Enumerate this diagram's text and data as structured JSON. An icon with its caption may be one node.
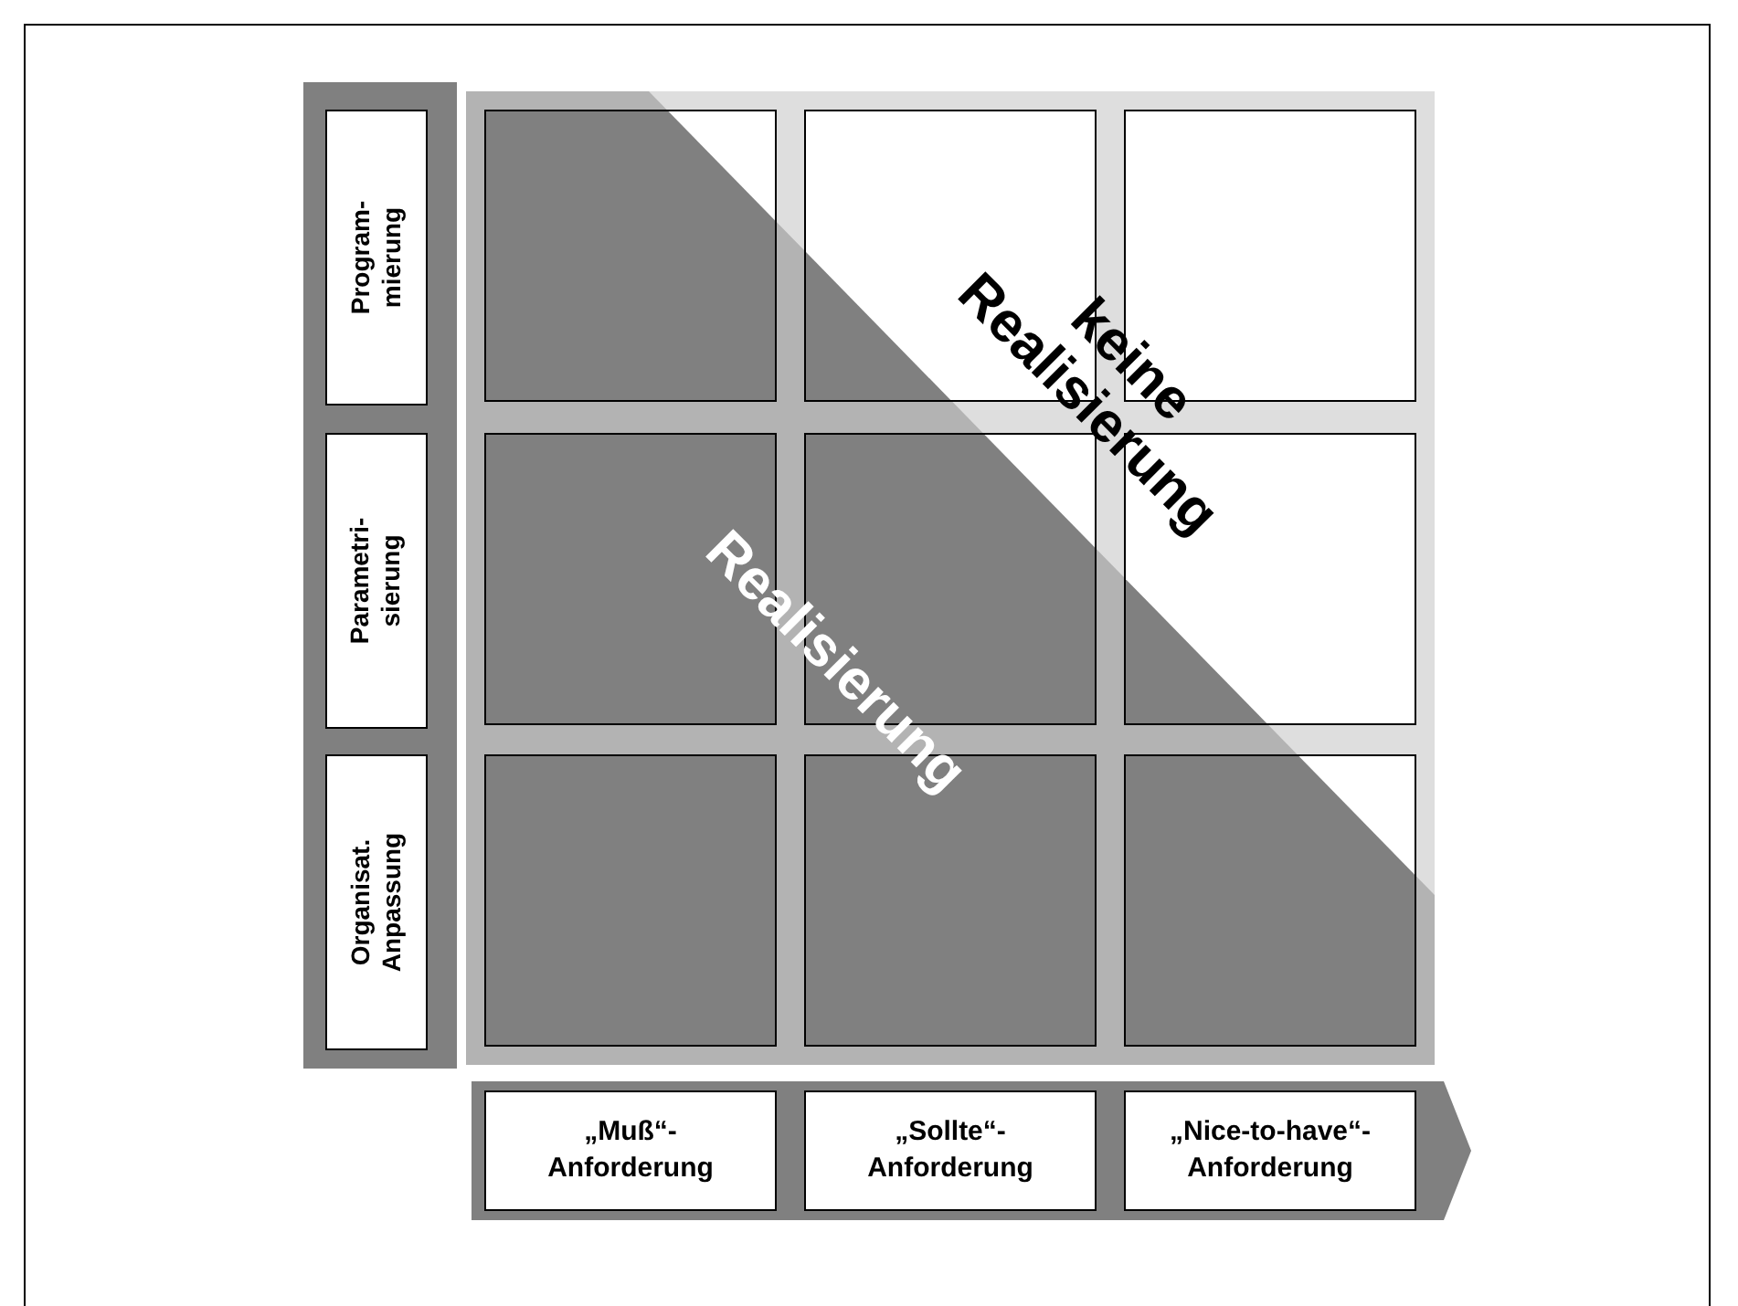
{
  "diagram": {
    "nodes": [
      {
        "text": [],
        "shape": "bar"
      },
      {
        "text": [
          "Program- mierung"
        ],
        "in": 0
      },
      {
        "text": [
          "Parametri- sierung"
        ],
        "in": 0
      },
      {
        "text": [
          "Organisat. Anpassung"
        ],
        "in": 0
      },
      {
        "text": [],
        "shape": "arrow"
      },
      {
        "text": [
          "„Muß“- Anforderung"
        ],
        "in": 4
      },
      {
        "text": [
          "„Sollte“- Anforderung"
        ],
        "in": 4
      },
      {
        "text": [
          "„Nice-to-have“- Anforderung"
        ],
        "in": 4
      },
      {
        "text": [],
        "shape": "box"
      },
      {
        "text": [],
        "shape": "box"
      },
      {
        "text": [],
        "shape": "box"
      },
      {
        "text": [],
        "shape": "box"
      },
      {
        "text": [],
        "shape": "box"
      },
      {
        "text": [],
        "shape": "box"
      },
      {
        "text": [],
        "shape": "box"
      },
      {
        "text": [],
        "shape": "box"
      },
      {
        "text": [],
        "shape": "box"
      }
    ],
    "edges": [],
    "labels": [
      "keine Realisierung",
      "Realisierung"
    ]
  }
}
